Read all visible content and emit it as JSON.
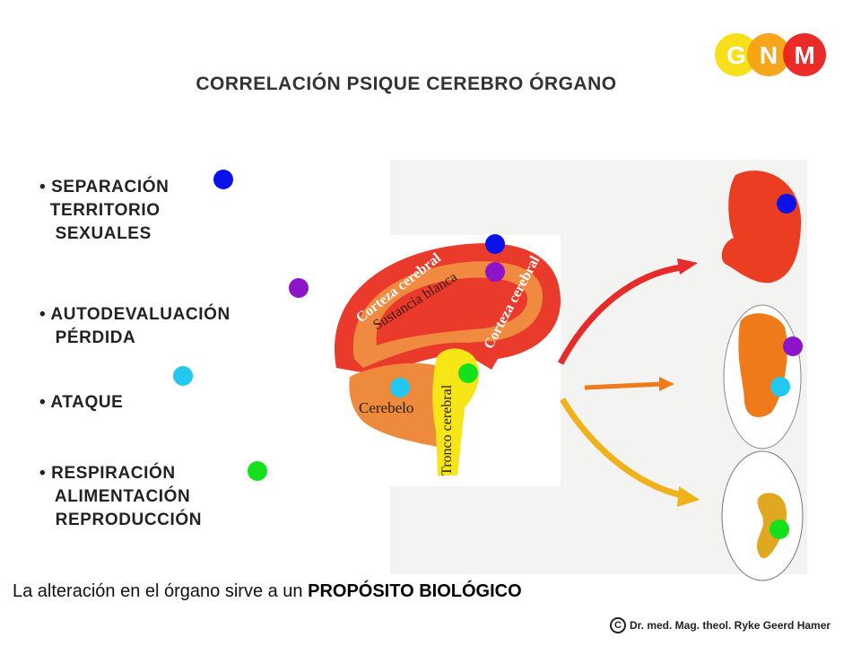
{
  "title": "CORRELACIÓN PSIQUE CEREBRO ÓRGANO",
  "logo": {
    "letters": [
      "G",
      "N",
      "M"
    ],
    "colors": [
      "#f7dd10",
      "#f5a10e",
      "#e9201c"
    ]
  },
  "list": [
    {
      "lines": [
        "• SEPARACIÓN",
        "  TERRITORIO",
        "   SEXUALES"
      ],
      "color": "#0a12e8"
    },
    {
      "lines": [
        "• AUTODEVALUACIÓN",
        "   PÉRDIDA"
      ],
      "color": "#8d14c8"
    },
    {
      "lines": [
        "• ATAQUE"
      ],
      "color": "#22c8f0"
    },
    {
      "lines": [
        "• RESPIRACIÓN",
        "   ALIMENTACIÓN",
        "   REPRODUCCIÓN"
      ],
      "color": "#14e01c"
    }
  ],
  "brain_labels": {
    "cortex": "Corteza cerebral",
    "white_matter": "Sustancia blanca",
    "cortex2": "Corteza cerebral",
    "cerebellum": "Cerebelo",
    "brainstem": "Tronco cerebral"
  },
  "footer": {
    "text": "La alteración en el órgano sirve a un ",
    "emphasis": "PROPÓSITO BIOLÓGICO"
  },
  "copyright": {
    "symbol": "C",
    "text": "Dr. med. Mag. theol. Ryke Geerd Hamer"
  }
}
